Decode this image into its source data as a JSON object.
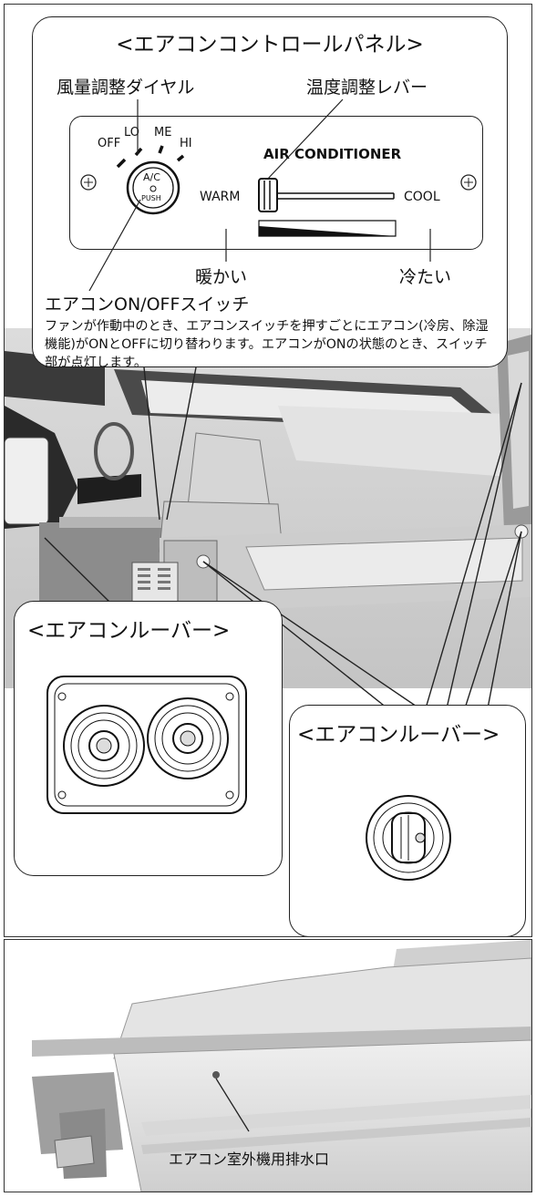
{
  "control_panel": {
    "title": "<エアコンコントロールパネル>",
    "fan_dial_label": "風量調整ダイヤル",
    "temp_lever_label": "温度調整レバー",
    "dial_positions": [
      "OFF",
      "LO",
      "ME",
      "HI"
    ],
    "dial_center_top": "A/C",
    "dial_center_bottom": "PUSH",
    "panel_heading": "AIR CONDITIONER",
    "warm_label": "WARM",
    "cool_label": "COOL",
    "warm_jp": "暖かい",
    "cool_jp": "冷たい",
    "switch_label": "エアコンON/OFFスイッチ",
    "description": "ファンが作動中のとき、エアコンスイッチを押すごとにエアコン(冷房、除湿機能)がONとOFFに切り替わります。エアコンがONの状態のとき、スイッチ部が点灯します。"
  },
  "louver_left": {
    "title": "<エアコンルーバー>"
  },
  "louver_right": {
    "title": "<エアコンルーバー>"
  },
  "exterior": {
    "drain_label": "エアコン室外機用排水口"
  }
}
